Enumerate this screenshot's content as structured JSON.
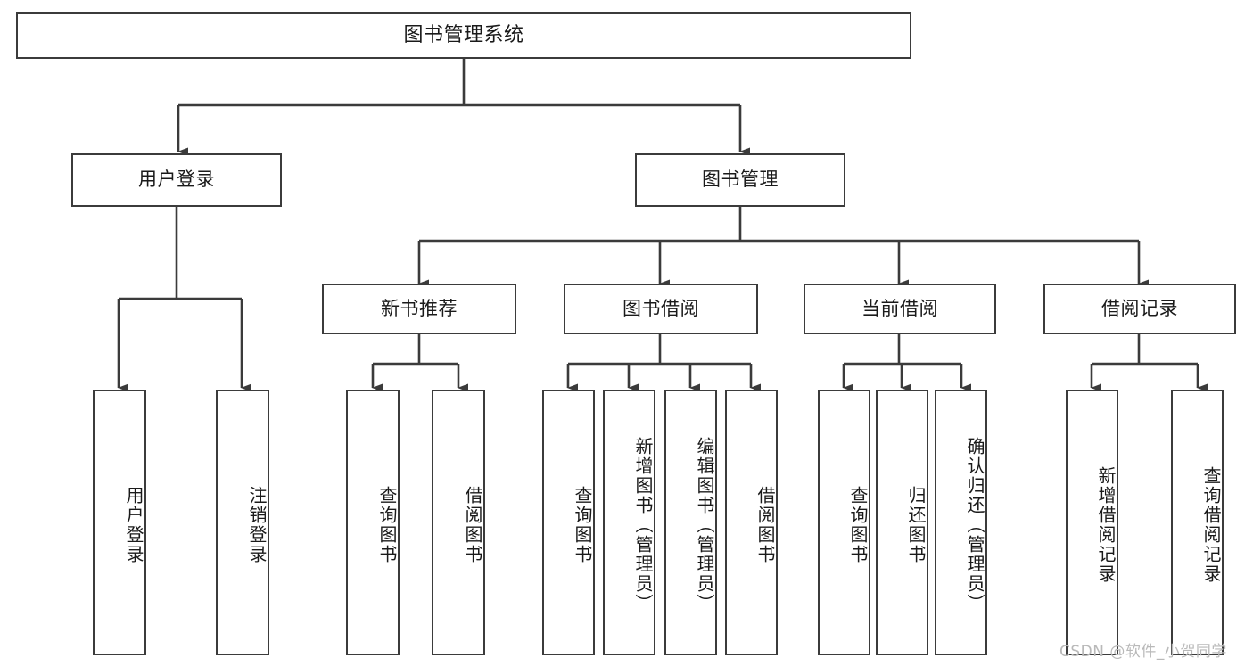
{
  "diagram": {
    "title": "图书管理系统",
    "type": "tree",
    "root": {
      "label": "图书管理系统"
    },
    "level2": [
      {
        "label": "用户登录"
      },
      {
        "label": "图书管理"
      }
    ],
    "level3": [
      {
        "label": "新书推荐"
      },
      {
        "label": "图书借阅"
      },
      {
        "label": "当前借阅"
      },
      {
        "label": "借阅记录"
      }
    ],
    "leaves": {
      "user_login": [
        {
          "label": "用户登录"
        },
        {
          "label": "注销登录"
        }
      ],
      "new_book_recommend": [
        {
          "label": "查询图书"
        },
        {
          "label": "借阅图书"
        }
      ],
      "book_borrow": [
        {
          "label": "查询图书"
        },
        {
          "label": "新增图书（管理员）"
        },
        {
          "label": "编辑图书（管理员）"
        },
        {
          "label": "借阅图书"
        }
      ],
      "current_borrow": [
        {
          "label": "查询图书"
        },
        {
          "label": "归还图书"
        },
        {
          "label": "确认归还（管理员）"
        }
      ],
      "borrow_record": [
        {
          "label": "新增借阅记录"
        },
        {
          "label": "查询借阅记录"
        }
      ]
    }
  },
  "watermark": {
    "text": "CSDN @软件_小贺同学"
  },
  "colors": {
    "border": "#3b3b3b",
    "box_fill": "#ffffff",
    "text": "#1a1a1a",
    "watermark": "#b9b9b9"
  }
}
